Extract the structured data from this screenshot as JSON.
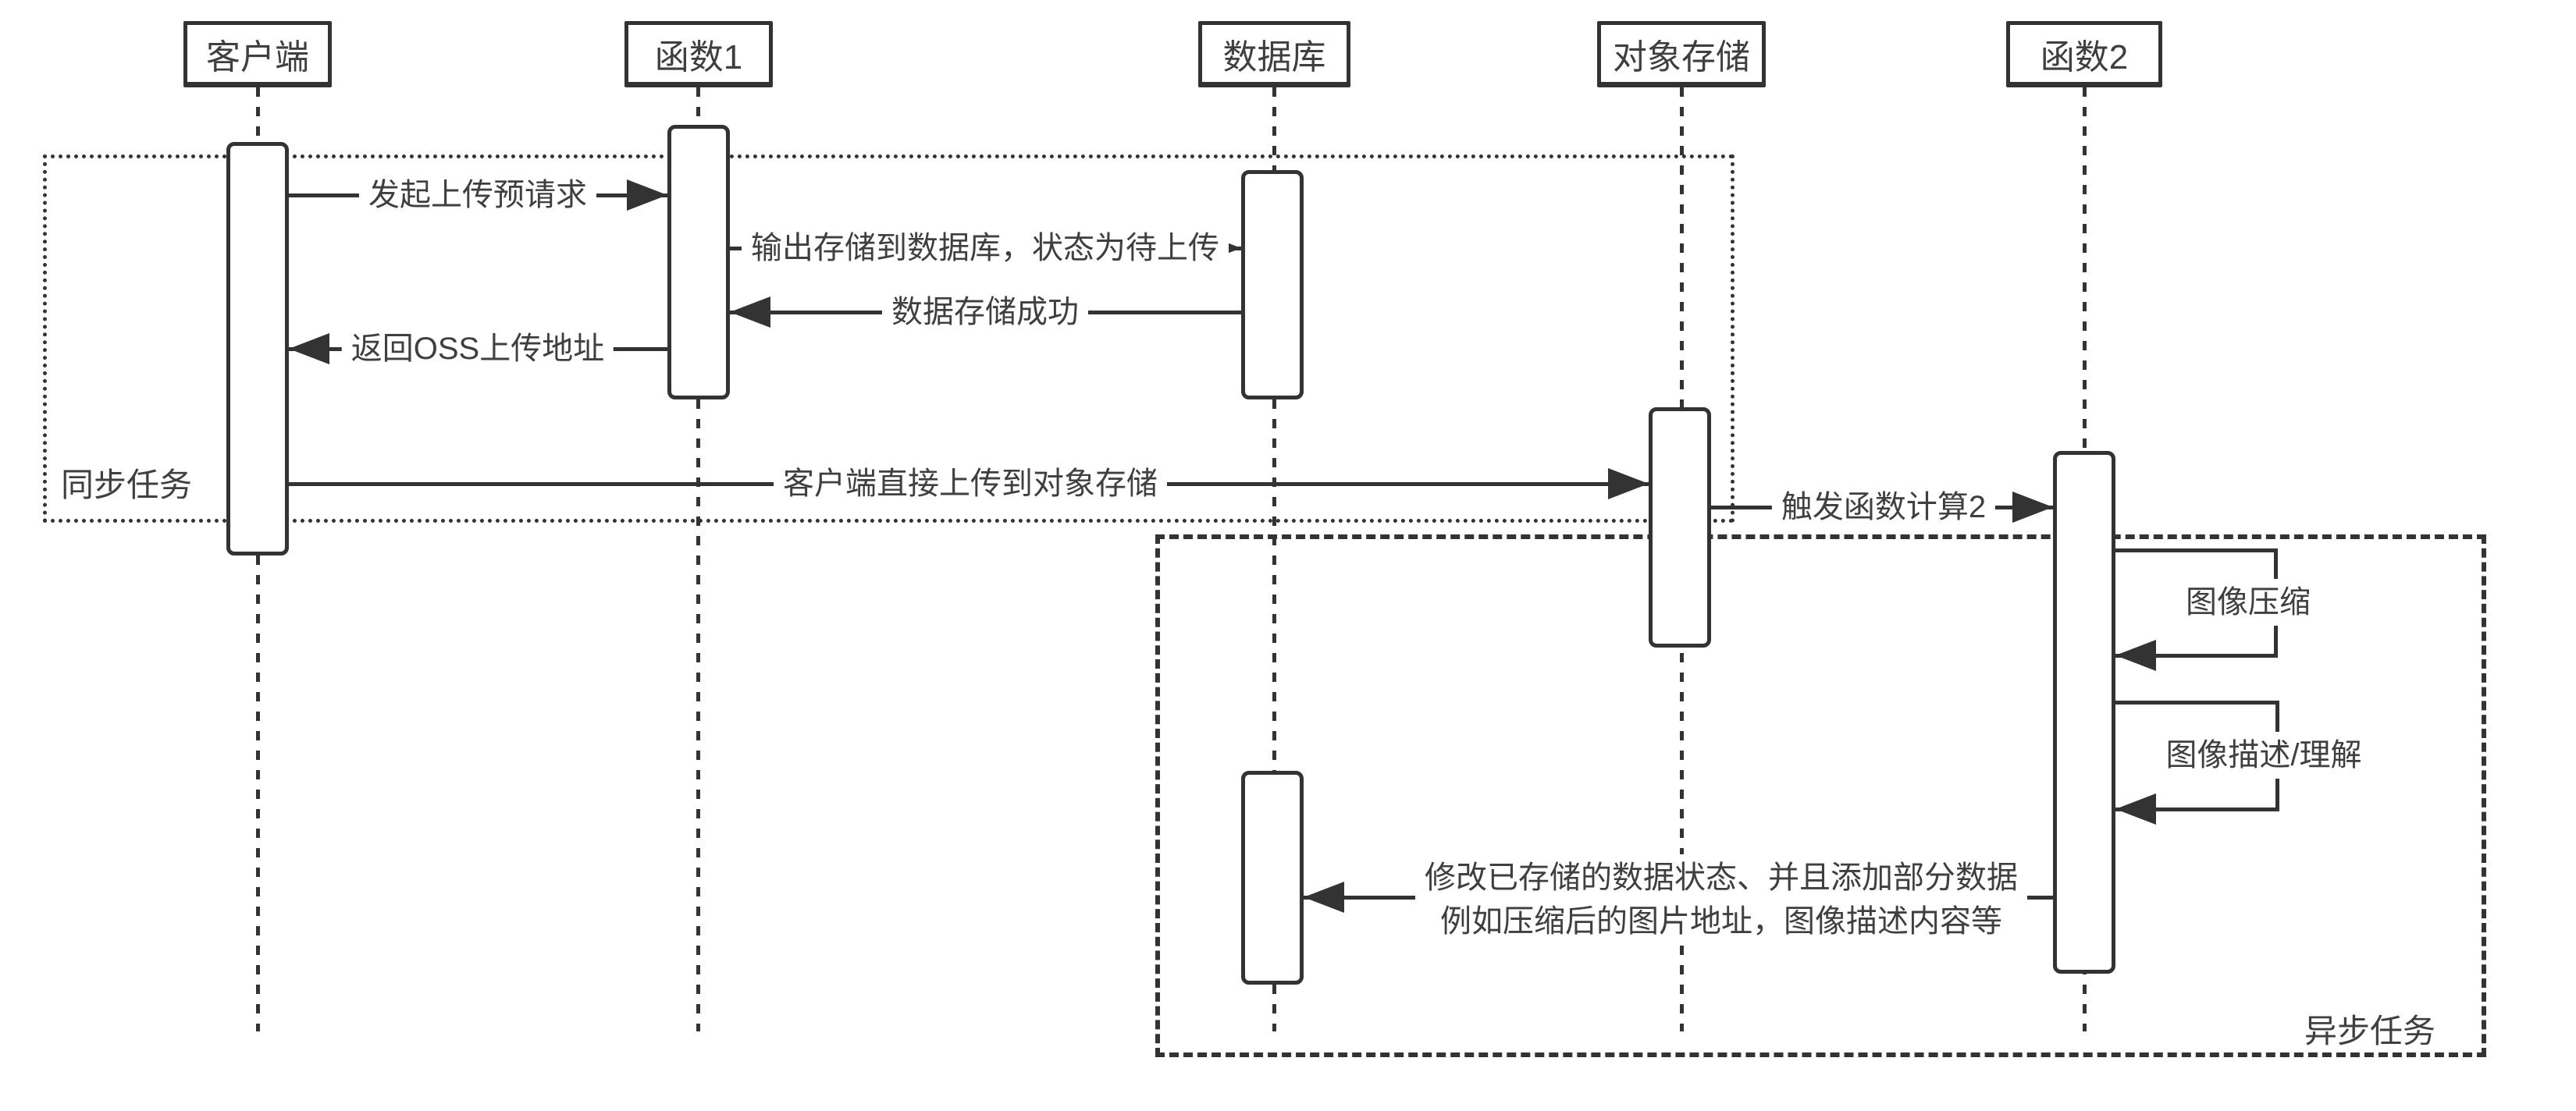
{
  "diagram": {
    "type": "sequence-diagram",
    "background": "#ffffff",
    "stroke_color": "#333333",
    "text_color": "#3f3f3f",
    "actors": [
      {
        "label": "客户端"
      },
      {
        "label": "函数1"
      },
      {
        "label": "数据库"
      },
      {
        "label": "对象存储"
      },
      {
        "label": "函数2"
      }
    ],
    "frames": [
      {
        "label": "同步任务",
        "style": "dotted"
      },
      {
        "label": "异步任务",
        "style": "dashed"
      }
    ],
    "messages": [
      {
        "from": "客户端",
        "to": "函数1",
        "label": "发起上传预请求"
      },
      {
        "from": "函数1",
        "to": "数据库",
        "label": "输出存储到数据库，状态为待上传"
      },
      {
        "from": "数据库",
        "to": "函数1",
        "label": "数据存储成功"
      },
      {
        "from": "函数1",
        "to": "客户端",
        "label": "返回OSS上传地址"
      },
      {
        "from": "客户端",
        "to": "对象存储",
        "label": "客户端直接上传到对象存储"
      },
      {
        "from": "对象存储",
        "to": "函数2",
        "label": "触发函数计算2"
      },
      {
        "from": "函数2",
        "to": "函数2",
        "self": true,
        "label": "图像压缩"
      },
      {
        "from": "函数2",
        "to": "函数2",
        "self": true,
        "label": "图像描述/理解"
      },
      {
        "from": "函数2",
        "to": "数据库",
        "label_line1": "修改已存储的数据状态、并且添加部分数据",
        "label_line2": "例如压缩后的图片地址，图像描述内容等"
      }
    ]
  }
}
